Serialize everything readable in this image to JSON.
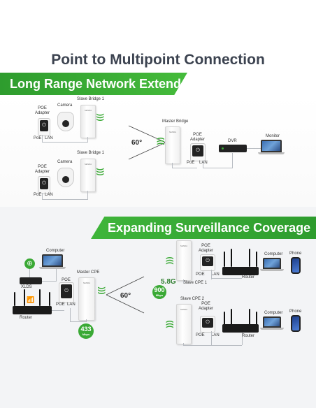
{
  "title": "Point to Multipoint Connection",
  "section1": {
    "banner": "Long Range Network Extend",
    "top_branch": {
      "bridge_label": "Slave Bridge 1",
      "camera_label": "Camera",
      "poe_label": "POE\nAdapter",
      "poe_port": "PoE",
      "lan_port": "LAN"
    },
    "bottom_branch": {
      "bridge_label": "Slave Bridge 1",
      "camera_label": "Camera",
      "poe_label": "POE\nAdapter",
      "poe_port": "PoE",
      "lan_port": "LAN"
    },
    "master": {
      "bridge_label": "Master Bridge",
      "angle": "60°",
      "poe_label": "POE\nAdapter",
      "poe_port": "PoE",
      "lan_port": "LAN",
      "dvr_label": "DVR",
      "monitor_label": "Monitor"
    }
  },
  "section2": {
    "banner": "Expanding Surveillance Coverage",
    "left": {
      "computer_label": "Computer",
      "xlds_label": "XLDS",
      "router_label": "Router",
      "cpe_label": "Master CPE",
      "poe_label": "POE\nAdapter",
      "poe_port": "POE",
      "lan_port": "LAN",
      "speed_value": "433",
      "speed_unit": "Mbps",
      "angle": "60°",
      "band": "5.8G"
    },
    "slave1": {
      "cpe_label": "Slave CPE 1",
      "poe_label": "POE\nAdapter",
      "poe_port": "POE",
      "lan_port": "LAN",
      "router_label": "Router",
      "computer_label": "Computer",
      "phone_label": "Phone",
      "speed_value": "900",
      "speed_unit": "Mbps"
    },
    "slave2": {
      "cpe_label": "Slave CPE 2",
      "poe_label": "POE\nAdapter",
      "poe_port": "POE",
      "lan_port": "LAN",
      "router_label": "Router",
      "computer_label": "Computer",
      "phone_label": "Phone"
    }
  },
  "icons": {
    "wifi": "wifi-signal-icon",
    "globe": "globe-icon",
    "plug": "power-plug-icon"
  },
  "colors": {
    "accent_green": "#3aa935",
    "title_gray": "#3c4350"
  }
}
